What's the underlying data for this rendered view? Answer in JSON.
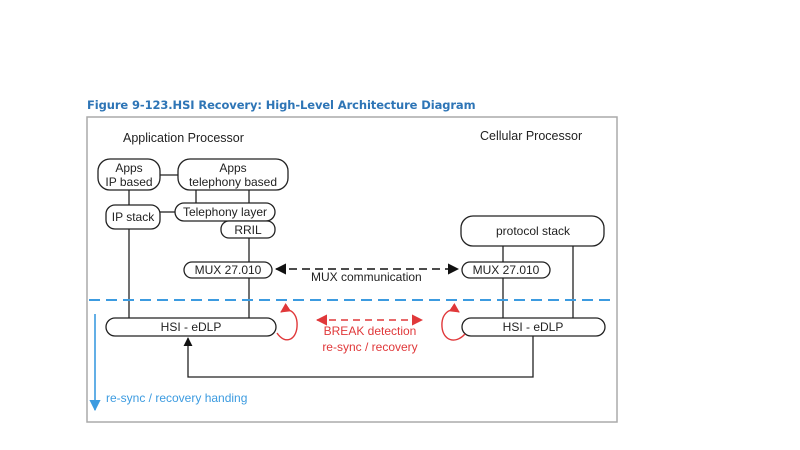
{
  "figure": {
    "title": "Figure 9-123.HSI Recovery: High-Level Architecture Diagram"
  },
  "application_processor": {
    "header": "Application Processor",
    "apps_ip": [
      "Apps",
      "IP based"
    ],
    "apps_telephony": [
      "Apps",
      "telephony based"
    ],
    "ip_stack": "IP stack",
    "telephony_layer": "Telephony layer",
    "rril": "RRIL",
    "mux": "MUX 27.010",
    "hsi": "HSI - eDLP"
  },
  "cellular_processor": {
    "header": "Cellular Processor",
    "protocol_stack": "protocol stack",
    "mux": "MUX 27.010",
    "hsi": "HSI - eDLP"
  },
  "links": {
    "mux_communication": "MUX communication",
    "break_detection": "BREAK detection",
    "resync_recovery": "re-sync / recovery",
    "recovery_handing": "re-sync / recovery handing"
  },
  "colors": {
    "title": "#2e75b6",
    "recovery_blue": "#3c9be0",
    "break_red": "#e0383a"
  }
}
